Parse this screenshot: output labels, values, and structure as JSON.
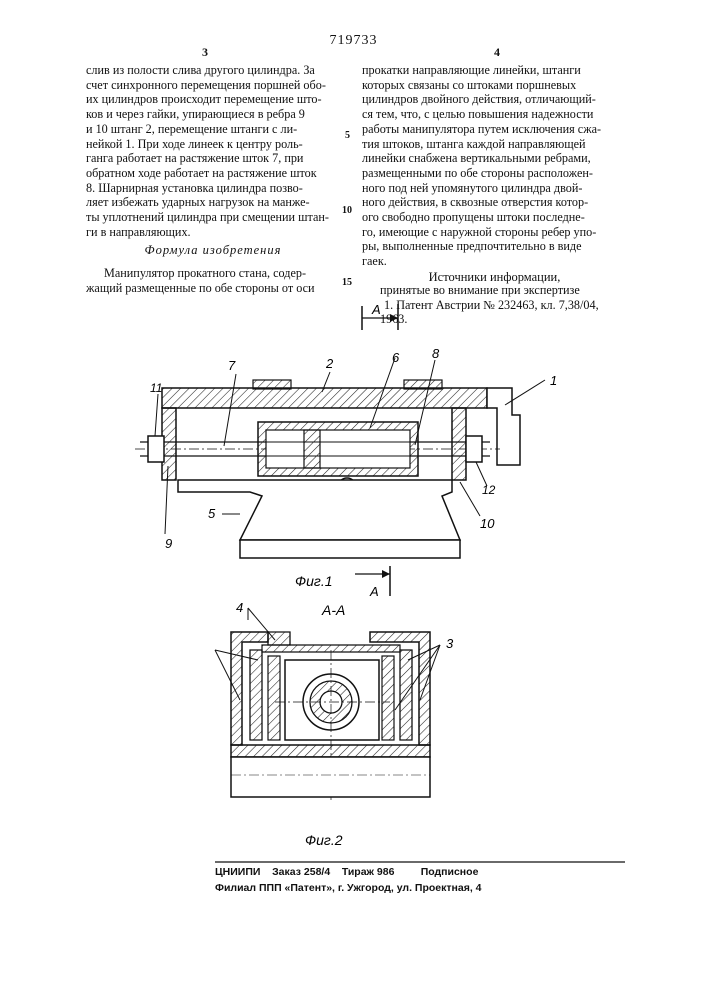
{
  "patent_number": "719733",
  "column_numbers": [
    "3",
    "4"
  ],
  "line_numbers": [
    "5",
    "10",
    "15"
  ],
  "left_column": {
    "paragraph": [
      "слив из полости слива другого цилиндра. За",
      "счет синхронного перемещения поршней обо-",
      "их цилиндров происходит перемещение што-",
      "ков и через гайки, упирающиеся в ребра 9",
      "и 10 штанг 2, перемещение штанги с ли-",
      "нейкой 1. При ходе линеек к центру роль-",
      "ганга работает на растяжение шток 7, при",
      "обратном ходе работает на растяжение шток",
      "8. Шарнирная установка цилиндра позво-",
      "ляет избежать ударных нагрузок на манже-",
      "ты уплотнений цилиндра при смещении штан-",
      "ги в направляющих."
    ],
    "claims_heading": "Формула изобретения",
    "claim": [
      "Манипулятор прокатного стана, содер-",
      "жащий размещенные по обе стороны от оси"
    ]
  },
  "right_column": {
    "lines": [
      "прокатки направляющие линейки, штанги",
      "которых связаны со штоками поршневых",
      "цилиндров двойного действия, отличающий-",
      "ся тем, что, с целью повышения надежности",
      "работы манипулятора путем исключения сжа-",
      "тия штоков, штанга каждой направляющей",
      "линейки снабжена вертикальными ребрами,",
      "размещенными по обе стороны расположен-",
      "ного под ней упомянутого цилиндра двой-",
      "ного действия, в сквозные отверстия котор-",
      "ого свободно пропущены штоки последне-",
      "го, имеющие с наружной стороны ребер упо-",
      "ры, выполненные предпочтительно в виде",
      "гаек."
    ],
    "sources_heading": "Источники информации,",
    "sources_subheading": "принятые во внимание при экспертизе",
    "source_1": "1. Патент Австрии № 232463, кл. 7,38/04,",
    "source_1_year": "1963."
  },
  "figure1": {
    "caption": "Фиг.1",
    "section_marker": "А",
    "labels": [
      "1",
      "2",
      "5",
      "6",
      "7",
      "8",
      "9",
      "10",
      "11",
      "12"
    ]
  },
  "figure2": {
    "caption": "Фиг.2",
    "section_title": "А-А",
    "labels": [
      "3",
      "4"
    ]
  },
  "footer": {
    "line1": "ЦНИИПИ    Заказ 258/4    Тираж 986         Подписное",
    "line2": "Филиал ППП «Патент», г. Ужгород, ул. Проектная, 4"
  }
}
